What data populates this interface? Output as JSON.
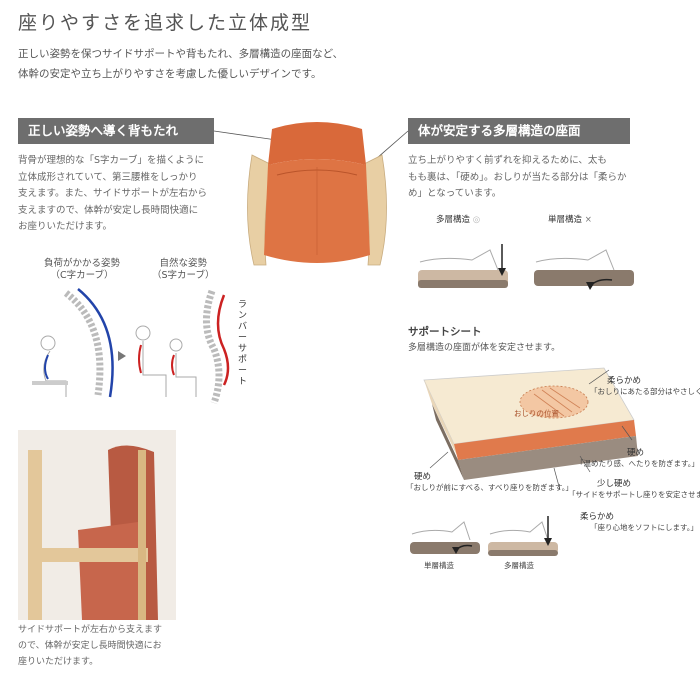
{
  "header": {
    "title": "座りやすさを追求した立体成型",
    "lead": "正しい姿勢を保つサイドサポートや背もたれ、多層構造の座面など、\n体幹の安定や立ち上がりやすさを考慮した優しいデザインです。"
  },
  "left": {
    "heading": "正しい姿勢へ導く背もたれ",
    "body": "背骨が理想的な「S字カーブ」を描くように\n立体成形されていて、第三腰椎をしっかり\n支えます。また、サイドサポートが左右から\n支えますので、体幹が安定し長時間快適に\nお座りいただけます。",
    "posture_bad": "負荷がかかる姿勢\n（C字カーブ）",
    "posture_good": "自然な姿勢\n（S字カーブ）",
    "lumbar": "ランバーサポート",
    "photo_caption": "サイドサポートが左右から支えます\nので、体幹が安定し長時間快適にお\n座りいただけます。"
  },
  "right": {
    "heading": "体が安定する多層構造の座面",
    "body": "立ち上がりやすく前ずれを抑えるために、太も\nもも裏は、「硬め」。おしりが当たる部分は「柔らか\nめ」となっています。",
    "multi_layer": "多層構造",
    "single_layer": "単層構造",
    "support_title": "サポートシート",
    "support_body": "多層構造の座面が体を安定させます。",
    "hip_label": "おしりの位置",
    "soft_top": "柔らかめ",
    "soft_top_note": "「おしりにあたる部分はやさしく。」",
    "hard_right": "硬め",
    "hard_right_note": "「温めたり感、へたりを防ぎます。」",
    "mid_soft": "少し硬め",
    "mid_soft_note": "「サイドをサポートし座りを安定させます。」",
    "soft_bottom": "柔らかめ",
    "soft_bottom_note": "「座り心地をソフトにします。」",
    "hard_left": "硬め",
    "hard_left_note": "「おしりが前にすべる、すべり座りを防ぎます。」",
    "single_caption": "単層構造",
    "multi_caption": "多層構造"
  },
  "colors": {
    "band": "#6e6e6e",
    "fabric": "#d9693a",
    "wood": "#e8cfa4",
    "blue": "#2244aa",
    "red": "#cc2222"
  },
  "icons": {
    "circle": "◎",
    "cross": "×"
  }
}
